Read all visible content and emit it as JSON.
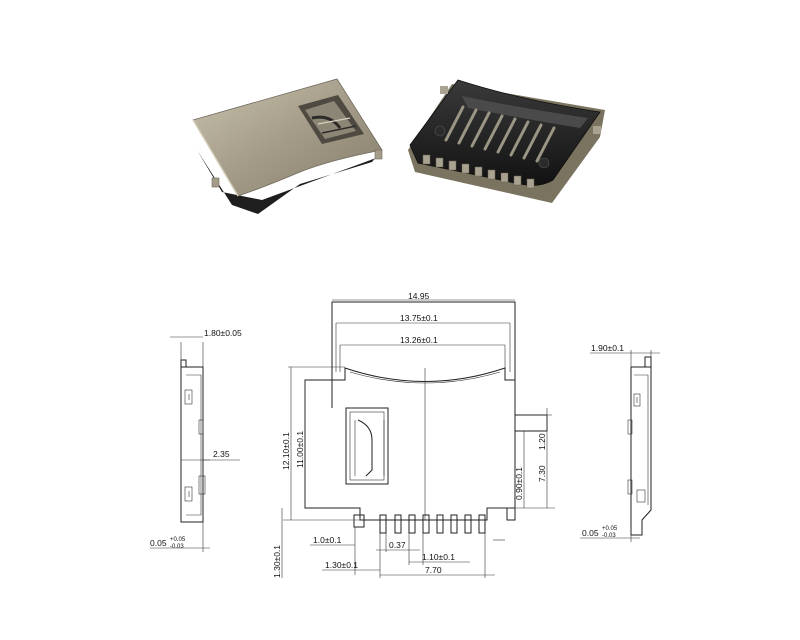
{
  "photos": {
    "left_view": "micro-sd-connector-metal-shell-top",
    "right_view": "micro-sd-connector-black-housing-pins"
  },
  "colors": {
    "shell_metal": "#a49c88",
    "shell_dark": "#6f6a5d",
    "housing_black": "#1c1c1c",
    "background": "#ffffff"
  },
  "drawing": {
    "left_view": {
      "thickness": "1.80±0.05",
      "offset": "2.35",
      "tol_value": "0.05",
      "tol_upper": "+0.05",
      "tol_lower": "-0.03"
    },
    "front_view": {
      "overall_width": "14.95",
      "inner_width": "13.75±0.1",
      "slot_width": "13.26±0.1",
      "total_height": "12.10±0.1",
      "body_height": "11.00±0.1",
      "right_top": "1.20",
      "right_mid": "7.30",
      "right_small": "0.90±0.1",
      "bottom_height": "1.30±0.1",
      "pin_offset": "1.0±0.1",
      "pin_width": "0.37",
      "pin_pitch": "1.10±0.1",
      "left_offset": "1.30±0.1",
      "pin_span": "7.70"
    },
    "right_view": {
      "thickness": "1.90±0.1",
      "tol_value": "0.05",
      "tol_upper": "+0.05",
      "tol_lower": "-0.03"
    }
  }
}
